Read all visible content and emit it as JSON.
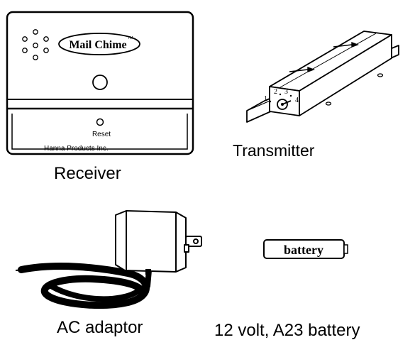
{
  "receiver": {
    "brand": "Mail Chime",
    "trademark": "TM",
    "reset_label": "Reset",
    "maker": "Hanna Products Inc.",
    "caption": "Receiver"
  },
  "transmitter": {
    "dial": [
      "1",
      "2",
      "3",
      "4"
    ],
    "caption": "Transmitter"
  },
  "adaptor": {
    "caption": "AC adaptor"
  },
  "battery": {
    "label": "battery",
    "caption": "12 volt, A23 battery"
  }
}
